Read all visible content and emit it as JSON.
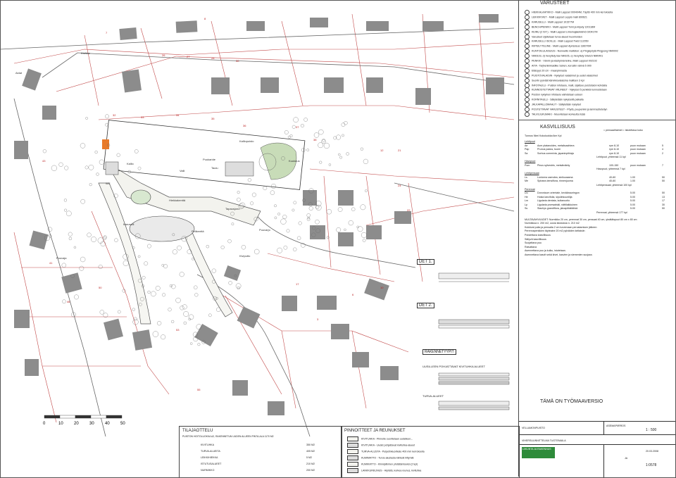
{
  "plan_labels": {
    "kivikko": "Kivikko",
    "aidat": "Aidat",
    "kallio": "Kallio",
    "puuvaja": "Puuvaja",
    "taulu": "Taulu",
    "wc": "WC",
    "valli": "Valli",
    "puukaride": "Puukaride",
    "kalliopuisto": "Kalliopuisto",
    "kuulutus": "Kuulutus",
    "hiekka": "Hiekkakenttä",
    "karusellit": "Karuselli",
    "pelikenttä": "Pelikenttä",
    "tapaus": "Tapausjono",
    "kivipuisto": "Kiviputto",
    "puuvarjo": "Puuvarjo"
  },
  "right_panel": {
    "title": "VARUSTEET",
    "items": [
      "HIEKKALAATIKKO - Malli Lappset 000404M, Täyttö 400 mm kerroksella",
      "LEIKKIKIVET - Malli Lappset Leppis malli 890621",
      "KARUSELLI - Malli Lappset 101577M",
      "BENCH/PENKKI - Malli Lappset Tomi ja kiipely 120118M",
      "KEINU (2 IST.) - Malli Lappset Lintumajaleikkimö 020417M",
      "Varusteet sijoitetaan turva-alueet huomioiden",
      "KARUSELLI ISOILLE - Malli Lappset Twist 112050",
      "KIIPEILYTELINE - Malli Lappset Aprissisus 136070M",
      "KUNTOILULAISUUS - Nonwellis malliston: a) Pingispöytä Pingpong NM0002",
      "NM0103, d) Venyttely Bar NM105, e) Venyttely Stretch NM0401",
      "PENKKI - Vänrin ja käsityönä-teline, Malli Lappset 002102",
      "AITA - Tarjhenkinkaidike Sahen, korostin värivä 5 900",
      "Etäisyys 20 cm - maanpinnasta",
      "PUISTOVALAISIN - Nykyiset valaisimet ja uudet valaisimet",
      "Suoriin pylväät kärvikkovalaisina mallisen 3 kpl",
      "INFOTAULU - Puiston infotaulu, malli, sijaitsee puistotalon kohdalla",
      "KUNNOSTETTAVAT VÄLINEET - Nykyiset 5 penkkiä kunnostetaan",
      "Puiston nykyinen infotaulu vaihdetaan uuteen",
      "KORNITAULU - Säilytetään nykyisellä paikalla",
      "JÄLKAPALLOMAALIT - Säilytetään nykyiset",
      "POSTETTAVAT VARUSTEET - Pöytä, puupenkki ja lammastieteilyn",
      "TALVILIUKUMAKI - Muovitetaan korkeutta lisää"
    ],
    "planting_title": "KASVILLISUUS",
    "planting_legend": "= pensaat/taimet   = istutettava koko",
    "planting_head": [
      "Tunnus",
      "Nimi",
      "Kokoluokka",
      "lkm",
      "Kpl"
    ],
    "planting_groups": [
      "Lehtipuut",
      "Havupuut",
      "Lehtipensaat",
      "Perennat"
    ],
    "planting_rows": [
      [
        "Ae",
        "Acer platanoides, metsävaahtera",
        "rym 8-10",
        "puun mukaan",
        "5"
      ],
      [
        "Pap",
        "Prunus padus, tuomi",
        "rym 8-10",
        "puun mukaan",
        "4"
      ],
      [
        "Sa",
        "Sorbus commixta, japaninpihlaja",
        "rym 8-10",
        "puun mukaan",
        "2"
      ],
      [
        "Pom",
        "Pinus sylvestris, metsämänty",
        "100-150",
        "puun mukaan",
        "7"
      ],
      [
        "Ls",
        "Lonicera caerulea, sinikuusama",
        "40-60",
        "1.00",
        "50"
      ],
      [
        "Me",
        "Spiraea densiflora, rinnenjuoma",
        "40-60",
        "1.00",
        "50"
      ],
      [
        "Do",
        "Doronicum orientale, keväänauringon",
        "",
        "5.00",
        "50"
      ],
      [
        "He",
        "Hosta lancifolia, sipulinkuunlilja",
        "",
        "5.00",
        "13"
      ],
      [
        "Lm",
        "Ligularia dentata, kultanuotio",
        "",
        "5.00",
        "17"
      ],
      [
        "Lp",
        "Ligularia przewalskii, nättilaikkuinen",
        "",
        "5.00",
        "30"
      ],
      [
        "Ss",
        "Stachys grandiflora, jaloapiikkitähkä",
        "",
        "5.00",
        "50"
      ]
    ],
    "planting_totals": [
      "Lehtipuut, yhteensä 11 kpl",
      "Havupuut, yhteensä 7 kpl",
      "Lehtipensaat, yhteensä 100 kpl",
      "Perennat, yhteensä 177 kpl"
    ],
    "planting_notes": [
      "MULTAVAHVUUDET: Nurmikko 20 cm, perennat 30 cm, pensaat 40 cm, yksittäispuut 80 cm x 80 cm",
      "Nurmikkoa n. 200 m2, uusia istutuksia n. 210 m2",
      "Kukkivat puita ja pensaita 2 cm turvemaan perustamisen jälkeen",
      "Perennapenkkien täyteaine 20 m2 pylväiden keltaisiin",
      "Poistettava kasvillisuus",
      "Säilyvä kasvillisuus",
      "Suojattava puu",
      "Raivattava",
      "Asennettava puu ja kulku, istutetaan.",
      "Asennettava kasvit sekä kivet, kasvien ja siemenien suojaus"
    ],
    "work_title": "TÄMÄ ON TYÖMAAVERSIO",
    "tb_title_left": "VELLAMONPUISTO",
    "tb_title_right": "ASEMAPIIRROS",
    "tb_scale": "1 : 500",
    "tb_sub": "VIHERSUUNNITTELMA TUOTEMAILA",
    "tb_company": "LIIKUNTA JA RAKENNUS",
    "tb_date": "20.03.2008",
    "tb_num": "1:0578",
    "tb_code": "JA"
  },
  "details": {
    "det1": "DET 1.",
    "det2": "DET 2.",
    "rakenne": "RAKENNETYYPIT",
    "rakenne_sub": "UUSILLEEN POHJATTAVAT KIVITUHKA ALUEET",
    "turva": "TURVA-ALUEET"
  },
  "scale": {
    "ticks": [
      "0",
      "10",
      "20",
      "30",
      "40",
      "50"
    ]
  },
  "area_table": {
    "title": "TILAJAOTTELU",
    "subtitle": "PUISTON HOITOLUOKKA A2, RAKENNETUN UUDEN ALUEEN PINTA-ALA 1170 M2",
    "rows": [
      [
        "KIVITUHKA",
        "350 M2"
      ],
      [
        "TURVA-ALUEITA",
        "405 M2"
      ],
      [
        "LEIKKIHIEKKA",
        "5 M2"
      ],
      [
        "ISTUTUSALUEET",
        "210 M2"
      ],
      [
        "NURMIKKO",
        "200 M2"
      ]
    ]
  },
  "surfaces": {
    "title": "PINNOITTEET JA REUNUKSET",
    "rows": [
      "KIVITUHKA - Pinnoite suoritetaan uudelleen...",
      "KIVITUHKA - Uudet pohjattavat kivituhka-alueet",
      "TURVA-ALUSTA - Pulpetinkuorikate 400 mm kerroksella",
      "KUMIMATTO - Turva-alustasta kiinteät liittymät",
      "KUMIKATTO - Kiinnipitimien yhdistämiseksi (2 kpl)",
      "LANKKUREUNUS - Hiplistä, korkea reunus, kivituhka"
    ]
  }
}
